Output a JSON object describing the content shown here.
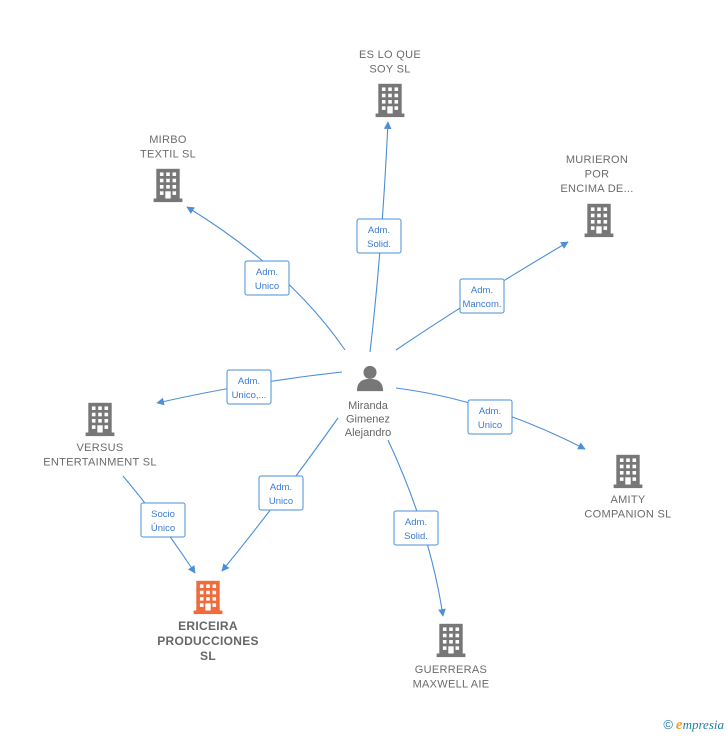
{
  "center": {
    "name_lines": [
      "Miranda",
      "Gimenez",
      "Alejandro"
    ],
    "icon": "person-icon"
  },
  "companies": [
    {
      "id": "es-lo-que-soy",
      "lines": [
        "ES LO QUE",
        "SOY  SL"
      ],
      "color": "#777777"
    },
    {
      "id": "mirbo-textil",
      "lines": [
        "MIRBO",
        "TEXTIL SL"
      ],
      "color": "#777777"
    },
    {
      "id": "murieron-por-encima",
      "lines": [
        "MURIERON",
        "POR",
        "ENCIMA DE..."
      ],
      "color": "#777777"
    },
    {
      "id": "versus-entertainment",
      "lines": [
        "VERSUS",
        "ENTERTAINMENT SL"
      ],
      "color": "#777777"
    },
    {
      "id": "amity-companion",
      "lines": [
        "AMITY",
        "COMPANION SL"
      ],
      "color": "#777777"
    },
    {
      "id": "ericeira-producciones",
      "lines": [
        "ERICEIRA",
        "PRODUCCIONES",
        "SL"
      ],
      "color": "#f06a3a",
      "main": true
    },
    {
      "id": "guerreras-maxwell",
      "lines": [
        "GUERRERAS",
        "MAXWELL AIE"
      ],
      "color": "#777777"
    }
  ],
  "edges": [
    {
      "id": "to-es-lo-que-soy",
      "lines": [
        "Adm.",
        "Solid."
      ]
    },
    {
      "id": "to-mirbo",
      "lines": [
        "Adm.",
        "Unico"
      ]
    },
    {
      "id": "to-murieron",
      "lines": [
        "Adm.",
        "Mancom."
      ]
    },
    {
      "id": "to-versus",
      "lines": [
        "Adm.",
        "Unico,..."
      ]
    },
    {
      "id": "to-amity",
      "lines": [
        "Adm.",
        "Unico"
      ]
    },
    {
      "id": "to-ericeira",
      "lines": [
        "Adm.",
        "Unico"
      ]
    },
    {
      "id": "to-guerreras",
      "lines": [
        "Adm.",
        "Solid."
      ]
    },
    {
      "id": "versus-to-ericeira",
      "lines": [
        "Socio",
        "Único"
      ]
    }
  ],
  "footer": {
    "copyright": "©",
    "brand_initial": "e",
    "brand_rest": "mpresia"
  },
  "colors": {
    "edge": "#4a8fd8",
    "building": "#777777",
    "building_main": "#f06a3a",
    "person": "#777777"
  }
}
